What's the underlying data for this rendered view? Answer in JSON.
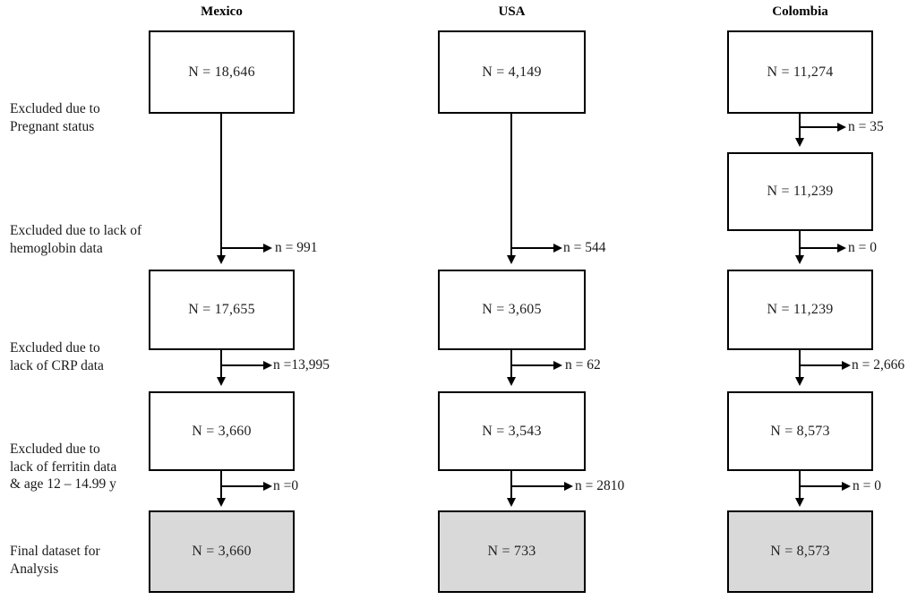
{
  "figure": {
    "type": "flowchart",
    "orientation": "three parallel participant-flow columns",
    "shaded_color": "#d9d9d9",
    "line_color": "#000000"
  },
  "columns": [
    {
      "id": "mexico",
      "title": "Mexico"
    },
    {
      "id": "usa",
      "title": "USA"
    },
    {
      "id": "colombia",
      "title": "Colombia"
    }
  ],
  "stage_labels": [
    {
      "id": "pregnant",
      "text": "Excluded due to\nPregnant status"
    },
    {
      "id": "hemoglobin",
      "text": "Excluded due to lack of\nhemoglobin data"
    },
    {
      "id": "crp",
      "text": "Excluded due to\nlack of CRP data"
    },
    {
      "id": "ferritin",
      "text": "Excluded due to\nlack of ferritin data\n& age 12 – 14.99 y"
    },
    {
      "id": "final",
      "text": "Final dataset for\nAnalysis"
    }
  ],
  "mexico": {
    "title": "Mexico",
    "boxes": [
      {
        "id": "mx-b1",
        "label": "N = 18,646",
        "shaded": false
      },
      {
        "id": "mx-b2",
        "label": "N = 17,655",
        "shaded": false
      },
      {
        "id": "mx-b3",
        "label": "N = 3,660",
        "shaded": false
      },
      {
        "id": "mx-b4",
        "label": "N = 3,660",
        "shaded": true
      }
    ],
    "exclusions": [
      {
        "id": "mx-x-hemoglobin",
        "label": "n = 991"
      },
      {
        "id": "mx-x-crp",
        "label": "n =13,995"
      },
      {
        "id": "mx-x-ferritin",
        "label": "n =0"
      }
    ]
  },
  "usa": {
    "title": "USA",
    "boxes": [
      {
        "id": "us-b1",
        "label": "N = 4,149",
        "shaded": false
      },
      {
        "id": "us-b2",
        "label": "N = 3,605",
        "shaded": false
      },
      {
        "id": "us-b3",
        "label": "N = 3,543",
        "shaded": false
      },
      {
        "id": "us-b4",
        "label": "N = 733",
        "shaded": true
      }
    ],
    "exclusions": [
      {
        "id": "us-x-hemoglobin",
        "label": "n = 544"
      },
      {
        "id": "us-x-crp",
        "label": "n = 62"
      },
      {
        "id": "us-x-ferritin",
        "label": "n = 2810"
      }
    ]
  },
  "colombia": {
    "title": "Colombia",
    "boxes": [
      {
        "id": "co-b1",
        "label": "N = 11,274",
        "shaded": false
      },
      {
        "id": "co-b2",
        "label": "N = 11,239",
        "shaded": false
      },
      {
        "id": "co-b3",
        "label": "N = 11,239",
        "shaded": false
      },
      {
        "id": "co-b4",
        "label": "N = 8,573",
        "shaded": false
      },
      {
        "id": "co-b5",
        "label": "N = 8,573",
        "shaded": true
      }
    ],
    "exclusions": [
      {
        "id": "co-x-pregnant",
        "label": "n = 35"
      },
      {
        "id": "co-x-hemoglobin",
        "label": "n = 0"
      },
      {
        "id": "co-x-crp",
        "label": "n = 2,666"
      },
      {
        "id": "co-x-ferritin",
        "label": "n = 0"
      }
    ]
  }
}
